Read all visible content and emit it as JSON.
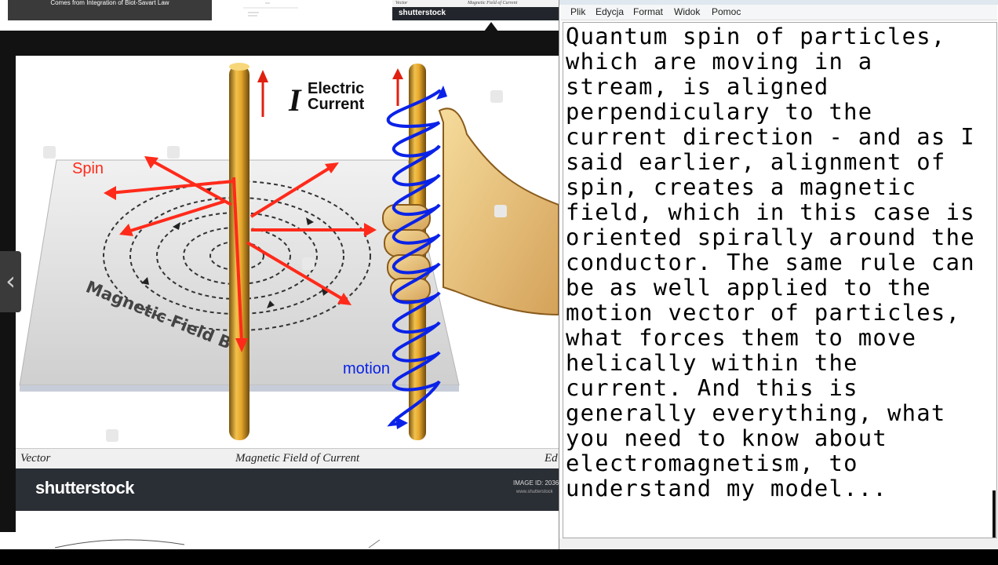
{
  "thumbnails": {
    "first_caption": "Comes from Integration of Biot-Savart Law",
    "third_caption_left": "Vector",
    "third_caption_mid": "Magnetic Field of Current",
    "third_brand": "shutterstock"
  },
  "image": {
    "label_current": "Electric Current",
    "label_current_symbol": "I",
    "label_field": "Magnetic Field B",
    "annotation_spin": "Spin",
    "annotation_motion": "motion",
    "caption_left": "Vector",
    "caption_mid": "Magnetic Field of Current",
    "caption_right": "Ed",
    "brand": "shutterstock",
    "image_id": "IMAGE ID: 2036",
    "image_url": "www.shutterstock"
  },
  "navigation": {
    "prev_glyph": "‹"
  },
  "notepad": {
    "menu": [
      "Plik",
      "Edycja",
      "Format",
      "Widok",
      "Pomoc"
    ],
    "text": "Quantum spin of particles,\nwhich are moving in a\nstream, is aligned\nperpendiculary to the\ncurrent direction - and as I\nsaid earlier, alignment of\nspin, creates a magnetic\nfield, which in this case is\noriented spirally around the\nconductor. The same rule can\nbe as well applied to the\nmotion vector of particles,\nwhat forces them to move\nhelically within the\ncurrent. And this is\ngenerally everything, what\nyou need to know about\nelectromagnetism, to\nunderstand my model..."
  },
  "colors": {
    "annotation_red": "#ff2a1a",
    "annotation_blue": "#0a22e8",
    "lightbox_bg": "#121212",
    "footer_bg": "#2a2e35"
  }
}
